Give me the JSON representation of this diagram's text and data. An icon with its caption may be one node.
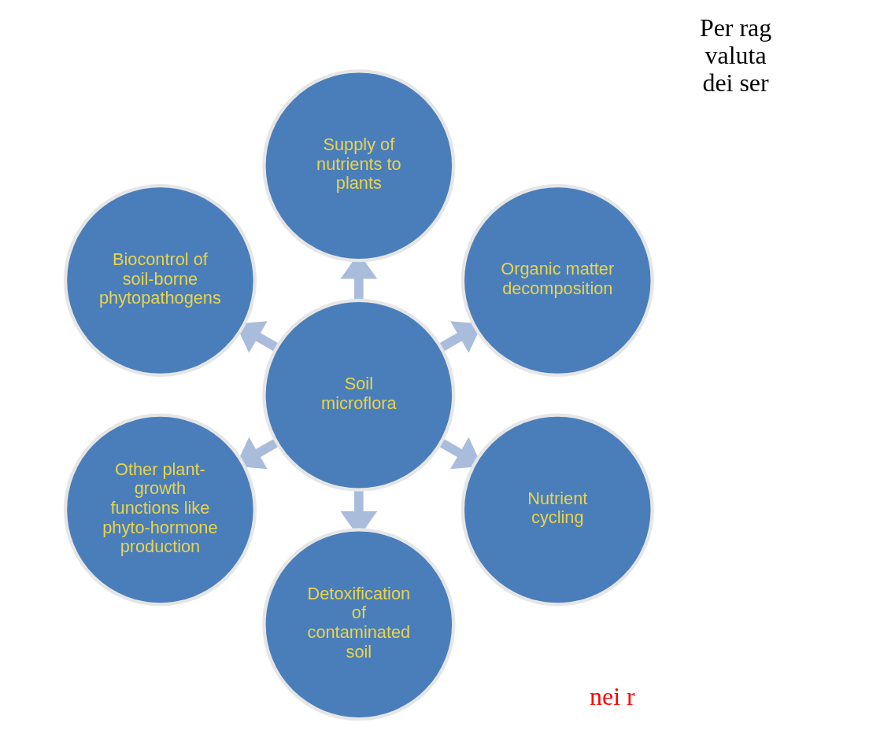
{
  "diagram": {
    "nodes": [
      {
        "text": [
          "Organic matter decomposition"
        ]
      },
      {
        "text": [
          "Supply of nutrients to plants"
        ]
      },
      {
        "text": [
          "Biocontrol of soil-borne phytopathogens"
        ]
      },
      {
        "text": [
          "Soil microflora"
        ]
      },
      {
        "text": [
          "Other plant-growth functions like phyto-hormone production"
        ]
      },
      {
        "text": [
          "Detoxification of contaminated soil"
        ]
      },
      {
        "text": [
          "Nutrient cycling"
        ]
      }
    ],
    "edges": [
      {
        "from": 3,
        "to": 0,
        "arrow": "to"
      },
      {
        "from": 3,
        "to": 1,
        "arrow": "to"
      },
      {
        "from": 3,
        "to": 4,
        "arrow": "to"
      },
      {
        "from": 3,
        "to": 6,
        "arrow": "to"
      },
      {
        "from": 3,
        "to": 5,
        "arrow": "to"
      },
      {
        "from": 3,
        "to": 2,
        "arrow": "to"
      }
    ],
    "labels": [
      "nei r",
      "Per rag valuta dei ser"
    ]
  }
}
